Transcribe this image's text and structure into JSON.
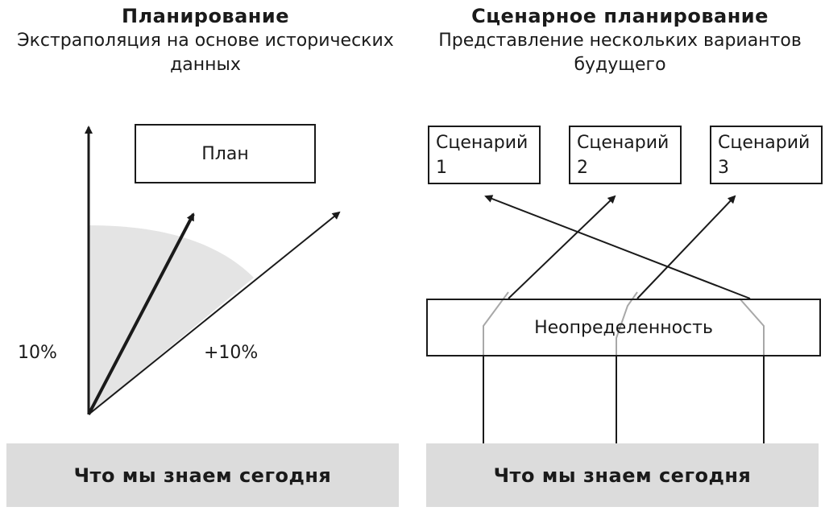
{
  "left": {
    "title": "Планирование",
    "subtitle_line1": "Экстраполяция на основе исторических",
    "subtitle_line2": "данных",
    "plan_label": "План",
    "percent_left": "10%",
    "percent_right": "+10%",
    "footer": "Что мы знаем сегодня"
  },
  "right": {
    "title": "Сценарное планирование",
    "subtitle_line1": "Представление нескольких вариантов",
    "subtitle_line2": "будущего",
    "scenarios": [
      {
        "line1": "Сценарий",
        "line2": "1"
      },
      {
        "line1": "Сценарий",
        "line2": "2"
      },
      {
        "line1": "Сценарий",
        "line2": "3"
      }
    ],
    "uncertainty_label": "Неопределенность",
    "footer": "Что мы знаем сегодня"
  },
  "colors": {
    "line": "#1a1a1a",
    "gray_line": "#a8a8a8",
    "shade": "#e4e4e4",
    "footer_bg": "#dcdcdc"
  }
}
